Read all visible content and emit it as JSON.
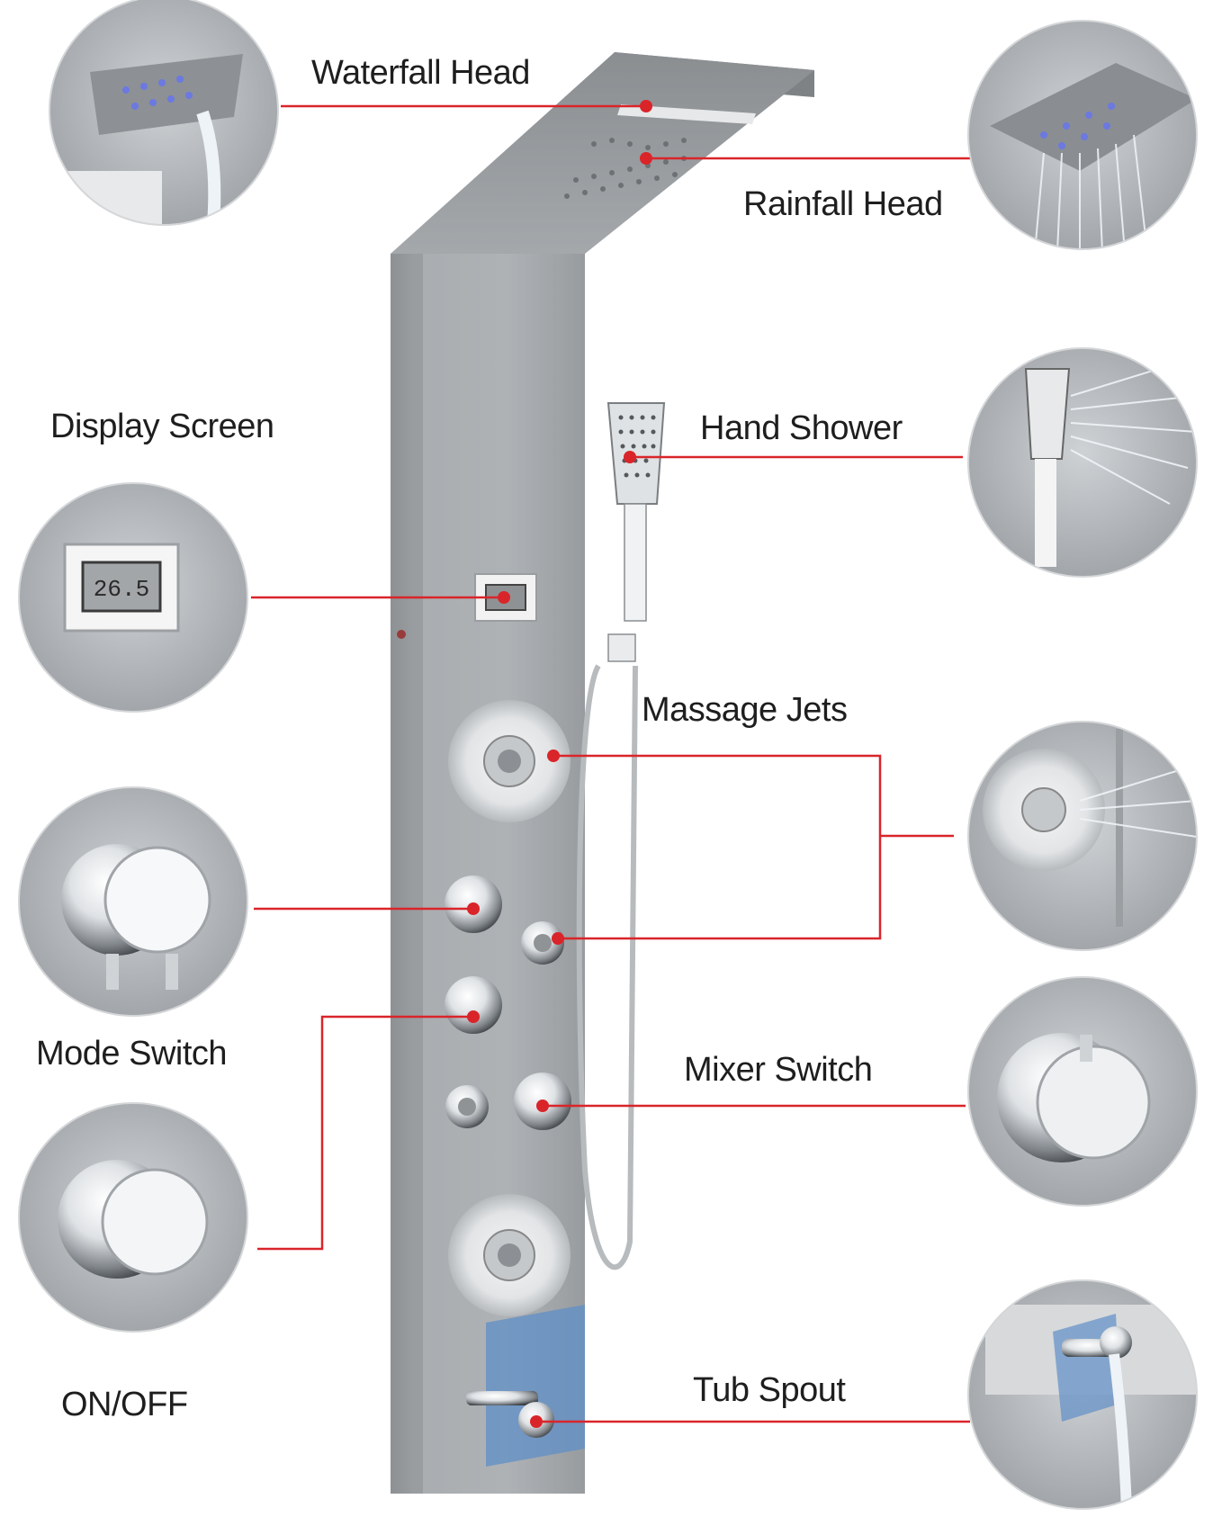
{
  "labels": {
    "waterfall_head": "Waterfall Head",
    "rainfall_head": "Rainfall Head",
    "display_screen": "Display Screen",
    "hand_shower": "Hand Shower",
    "massage_jets": "Massage Jets",
    "mode_switch": "Mode Switch",
    "mixer_switch": "Mixer Switch",
    "on_off": "ON/OFF",
    "tub_spout": "Tub Spout"
  },
  "display": {
    "temperature": "26.5"
  },
  "colors": {
    "leader_line": "#d9252a",
    "panel": "#a8acaf",
    "panel_dark": "#8f9396",
    "chrome": "#e8eaec",
    "label_text": "#1e1e1e"
  },
  "icons": [
    "shower-panel-icon",
    "waterfall-head-icon",
    "rainfall-head-icon",
    "hand-shower-icon",
    "thermometer-display-icon",
    "massage-jet-icon",
    "mode-knob-icon",
    "mixer-knob-icon",
    "on-off-knob-icon",
    "tub-spout-icon"
  ]
}
